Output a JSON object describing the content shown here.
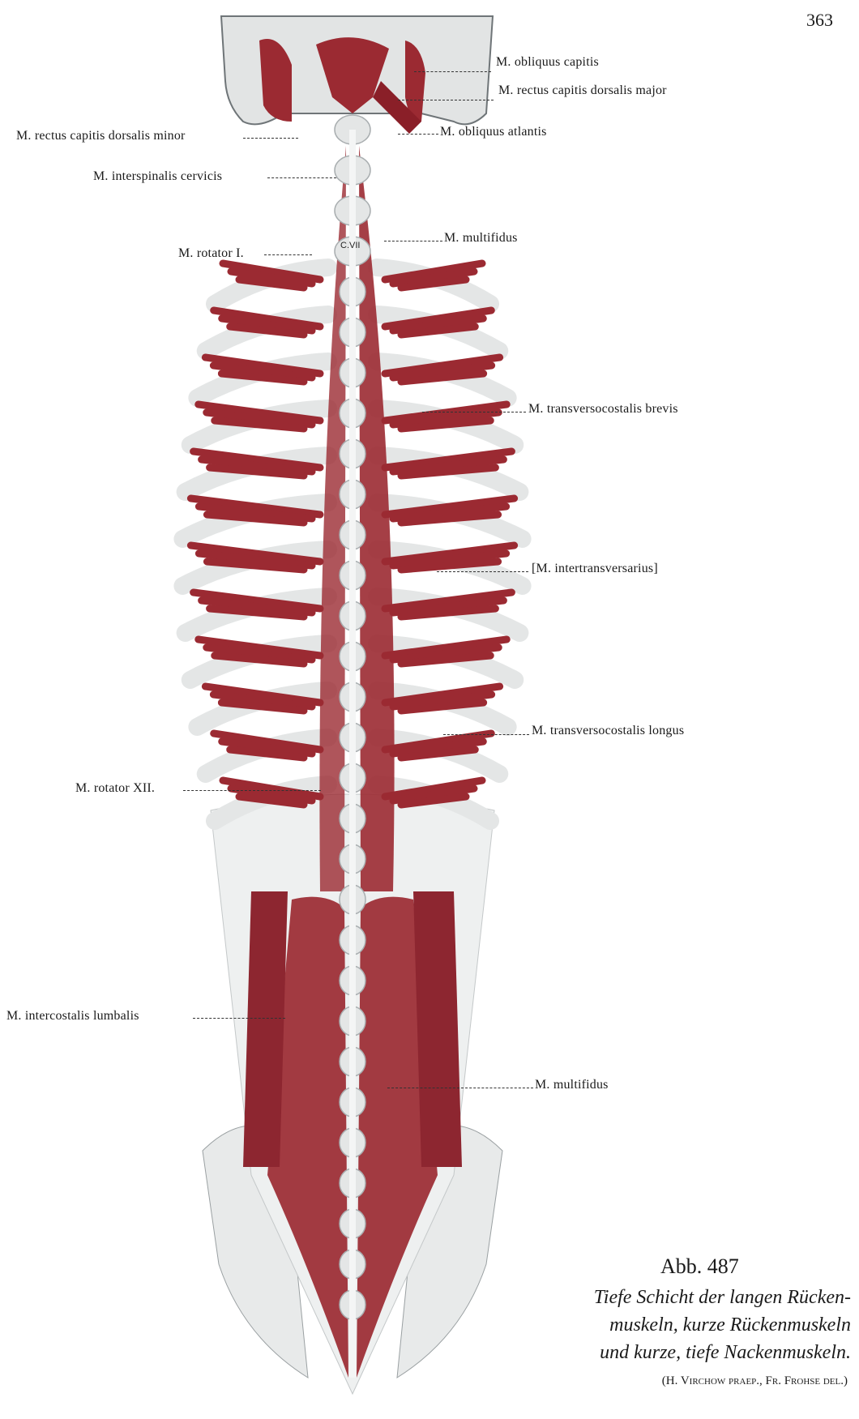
{
  "page_number": "363",
  "labels": {
    "obliquus_capitis": "M. obliquus capitis",
    "rectus_major": "M. rectus capitis dorsalis major",
    "rectus_minor": "M. rectus capitis dorsalis minor",
    "obliquus_atlantis": "M. obliquus atlantis",
    "interspinalis": "M. interspinalis cervicis",
    "multifidus_upper": "M. multifidus",
    "rotator_1": "M. rotator I.",
    "transversocostalis_brevis": "M. transversocostalis brevis",
    "intertransversarius": "[M. intertransversarius]",
    "transversocostalis_longus": "M. transversocostalis longus",
    "rotator_12": "M. rotator XII.",
    "intercostalis_lumbalis": "M. intercostalis lumbalis",
    "multifidus_lower": "M. multifidus",
    "vertebra_mark": "C.VII"
  },
  "figure": {
    "number": "Abb. 487",
    "caption_lines": [
      "Tiefe Schicht der langen Rücken-",
      "muskeln, kurze Rückenmuskeln",
      "und kurze, tiefe Nackenmuskeln."
    ],
    "credit": "(H. Virchow praep., Fr. Frohse del.)"
  },
  "colors": {
    "muscle": "#9b2a32",
    "bone": "#e4e6e6",
    "bone_shadow": "#a9aeb0"
  }
}
